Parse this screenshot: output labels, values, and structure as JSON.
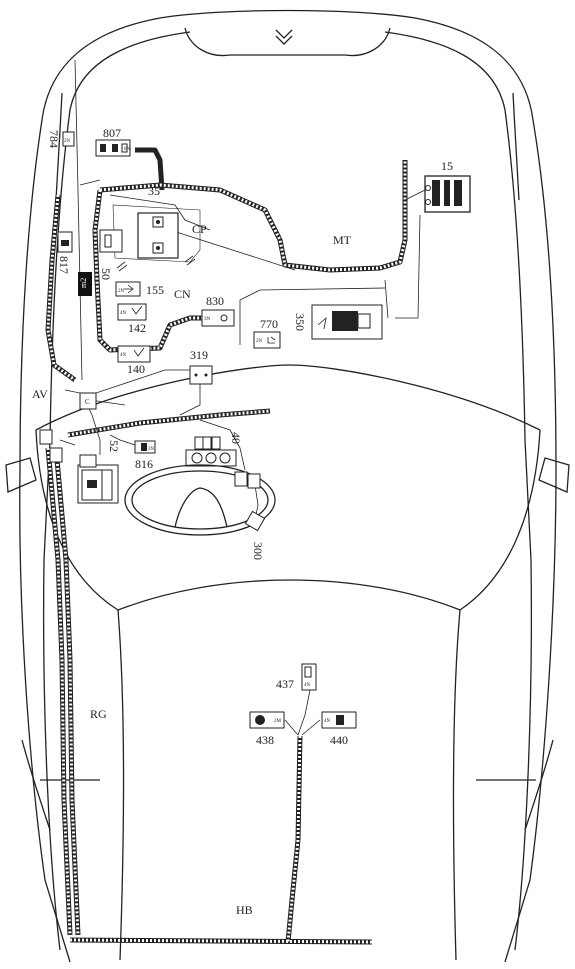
{
  "labels": {
    "n15": "15",
    "n35": "35",
    "n40": "40",
    "n50": "50",
    "n52": "52",
    "n140": "140",
    "n142": "142",
    "n155": "155",
    "n300": "300",
    "n319": "319",
    "n350": "350",
    "n437": "437",
    "n438": "438",
    "n440": "440",
    "n770": "770",
    "n784": "784",
    "n807": "807",
    "n816": "816",
    "n817": "817",
    "n830": "830",
    "cp": "CP",
    "cn": "CN",
    "mt": "MT",
    "av": "AV",
    "rg": "RG",
    "hb": "HB",
    "m2": "m2"
  },
  "connector_codes": {
    "c784": "2N",
    "c807": "6N",
    "c140": "4N",
    "c142": "4N",
    "c155": "2N",
    "c830": "3N",
    "c770": "2N",
    "c816": "3N",
    "c437": "4N",
    "c438": "2M",
    "c440": "4N"
  },
  "colors": {
    "line": "#222222",
    "background": "#ffffff",
    "label_fill": "#111111"
  }
}
